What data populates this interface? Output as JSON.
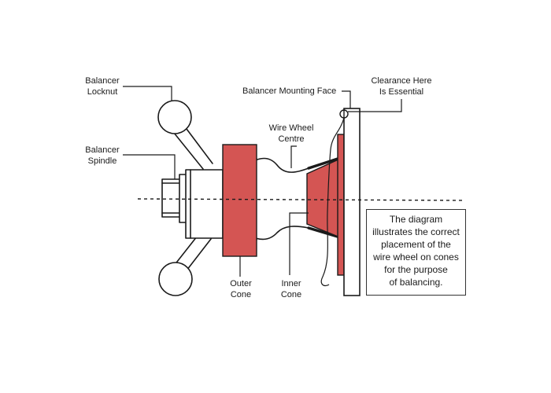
{
  "colors": {
    "cone_fill": "#d45553",
    "line": "#1a1a1a",
    "background": "#ffffff"
  },
  "labels": {
    "balancer_locknut": [
      "Balancer",
      "Locknut"
    ],
    "balancer_spindle": [
      "Balancer",
      "Spindle"
    ],
    "balancer_mounting_face": "Balancer Mounting Face",
    "clearance": [
      "Clearance Here",
      "Is Essential"
    ],
    "wire_wheel_centre": [
      "Wire Wheel",
      "Centre"
    ],
    "outer_cone": [
      "Outer",
      "Cone"
    ],
    "inner_cone": [
      "Inner",
      "Cone"
    ]
  },
  "note": {
    "lines": [
      "The diagram",
      "illustrates the correct",
      "placement of the",
      "wire wheel on cones",
      "for the purpose",
      "of balancing."
    ]
  }
}
